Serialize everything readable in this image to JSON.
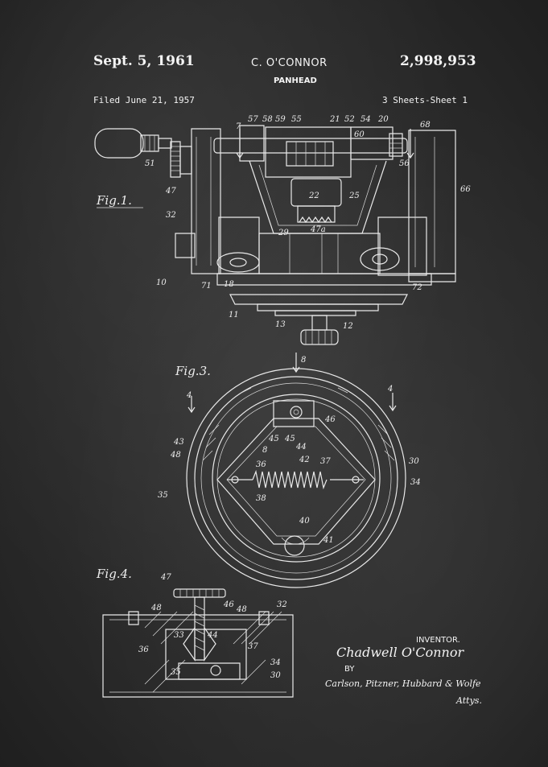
{
  "header": {
    "date": "Sept. 5, 1961",
    "inventor": "C. O'CONNOR",
    "patent_number": "2,998,953",
    "title": "PANHEAD",
    "filed": "Filed June 21, 1957",
    "sheets": "3 Sheets-Sheet 1"
  },
  "figures": {
    "fig1": "Fig.1.",
    "fig3": "Fig.3.",
    "fig4": "Fig.4."
  },
  "fig1_refs": [
    "57",
    "58",
    "59",
    "55",
    "21",
    "52",
    "54",
    "20",
    "7",
    "68",
    "51",
    "47",
    "60",
    "56",
    "66",
    "32",
    "22",
    "25",
    "29",
    "47a",
    "10",
    "71",
    "18",
    "72",
    "11",
    "13",
    "12"
  ],
  "fig3_refs": [
    "8",
    "4",
    "4",
    "46",
    "43",
    "48",
    "45",
    "45",
    "44",
    "8",
    "30",
    "36",
    "42",
    "37",
    "35",
    "34",
    "38",
    "40",
    "41"
  ],
  "fig4_refs": [
    "47",
    "48",
    "46",
    "48",
    "32",
    "33",
    "44",
    "36",
    "37",
    "34",
    "35",
    "30"
  ],
  "signature": {
    "label": "INVENTOR.",
    "name": "Chadwell O'Connor",
    "by": "BY",
    "attorneys": "Carlson, Pitzner, Hubbard & Wolfe",
    "attys": "Attys."
  }
}
